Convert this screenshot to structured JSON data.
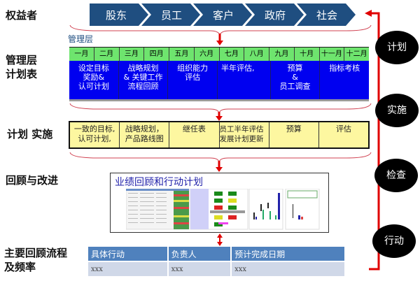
{
  "row_labels": {
    "stakeholders": "权益者",
    "management_plan": "管理层\n计划表",
    "execution": "计划 实施",
    "review": "回顾与改进",
    "process": "主要回顾流程\n及频率"
  },
  "stakeholders": [
    "股东",
    "员工",
    "客户",
    "政府",
    "社会"
  ],
  "management_label": "管理层",
  "months": [
    "一月",
    "二月",
    "三月",
    "四月",
    "五月",
    "六月",
    "七月",
    "八月",
    "九月",
    "十月",
    "十一月",
    "十二月"
  ],
  "plan_items": [
    "设定目标\n奖励&\n认可计划",
    "战略规划\n& 关键工作\n流程回顾",
    "组织能力\n评估",
    "半年评估,",
    "预算\n&\n员工调查",
    "指标考核"
  ],
  "execution_items": [
    "一致的目标,\n认可计划,",
    "战略规划，\n产品路线图",
    "继任表",
    "员工半年评估\n发展计划更新",
    "预算",
    "评估"
  ],
  "review_box": {
    "title": "业绩回顾和行动计划"
  },
  "action_table": {
    "headers": [
      "具体行动",
      "负责人",
      "预计完成日期"
    ],
    "rows": [
      [
        "xxx",
        "xxx",
        "xxx"
      ]
    ]
  },
  "pdca_cycle": [
    "计划",
    "实施",
    "检查",
    "行动"
  ],
  "colors": {
    "chevron": "#1f4e80",
    "month_row": "#6ee46e",
    "plan_body": "#0000f0",
    "execution": "#fdf7a0",
    "arrow": "#e00000",
    "table_header": "#4f81bd",
    "table_cell": "#d0d8e8"
  }
}
